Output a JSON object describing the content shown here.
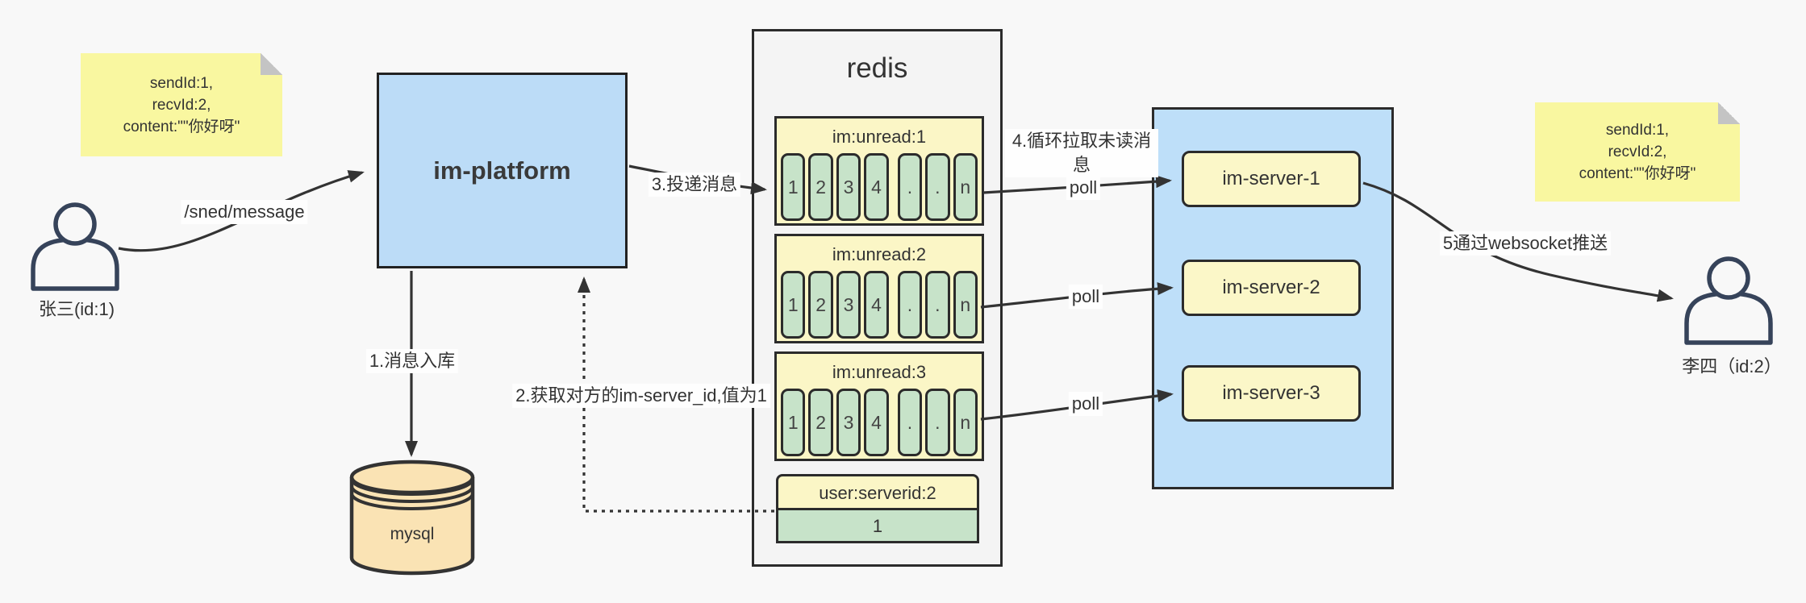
{
  "colors": {
    "background": "#f8f8f8",
    "note_yellow": "#f9f7a0",
    "platform_blue": "#bcdcf7",
    "server_container_blue": "#bedff9",
    "queue_header_yellow": "#fbf6c6",
    "cell_green": "#c7e3c9",
    "server_yellow": "#fbf7c8",
    "mysql_orange": "#fae3b4",
    "redis_gray": "#f4f4f4",
    "line_dark": "#333333"
  },
  "sender": {
    "name": "张三(id:1)"
  },
  "receiver": {
    "name": "李四（id:2）"
  },
  "note_left": {
    "line1": "sendId:1,",
    "line2": "recvId:2,",
    "line3": "content:\"\"你好呀\""
  },
  "note_right": {
    "line1": "sendId:1,",
    "line2": "recvId:2,",
    "line3": "content:\"\"你好呀\""
  },
  "platform": {
    "title": "im-platform"
  },
  "mysql": {
    "title": "mysql"
  },
  "redis": {
    "title": "redis",
    "queues": [
      {
        "name": "im:unread:1",
        "cells": [
          "1",
          "2",
          "3",
          "4",
          ".",
          ".",
          "n"
        ]
      },
      {
        "name": "im:unread:2",
        "cells": [
          "1",
          "2",
          "3",
          "4",
          ".",
          ".",
          "n"
        ]
      },
      {
        "name": "im:unread:3",
        "cells": [
          "1",
          "2",
          "3",
          "4",
          ".",
          ".",
          "n"
        ]
      }
    ],
    "kv": {
      "key": "user:serverid:2",
      "value": "1"
    }
  },
  "servers": [
    {
      "label": "im-server-1"
    },
    {
      "label": "im-server-2"
    },
    {
      "label": "im-server-3"
    }
  ],
  "labels": {
    "send": "/sned/message",
    "step1": "1.消息入库",
    "step2": "2.获取对方的im-server_id,值为1",
    "step3": "3.投递消息",
    "step4": "4.循环拉取未读消息",
    "step5": "5通过websocket推送",
    "poll": "poll"
  }
}
